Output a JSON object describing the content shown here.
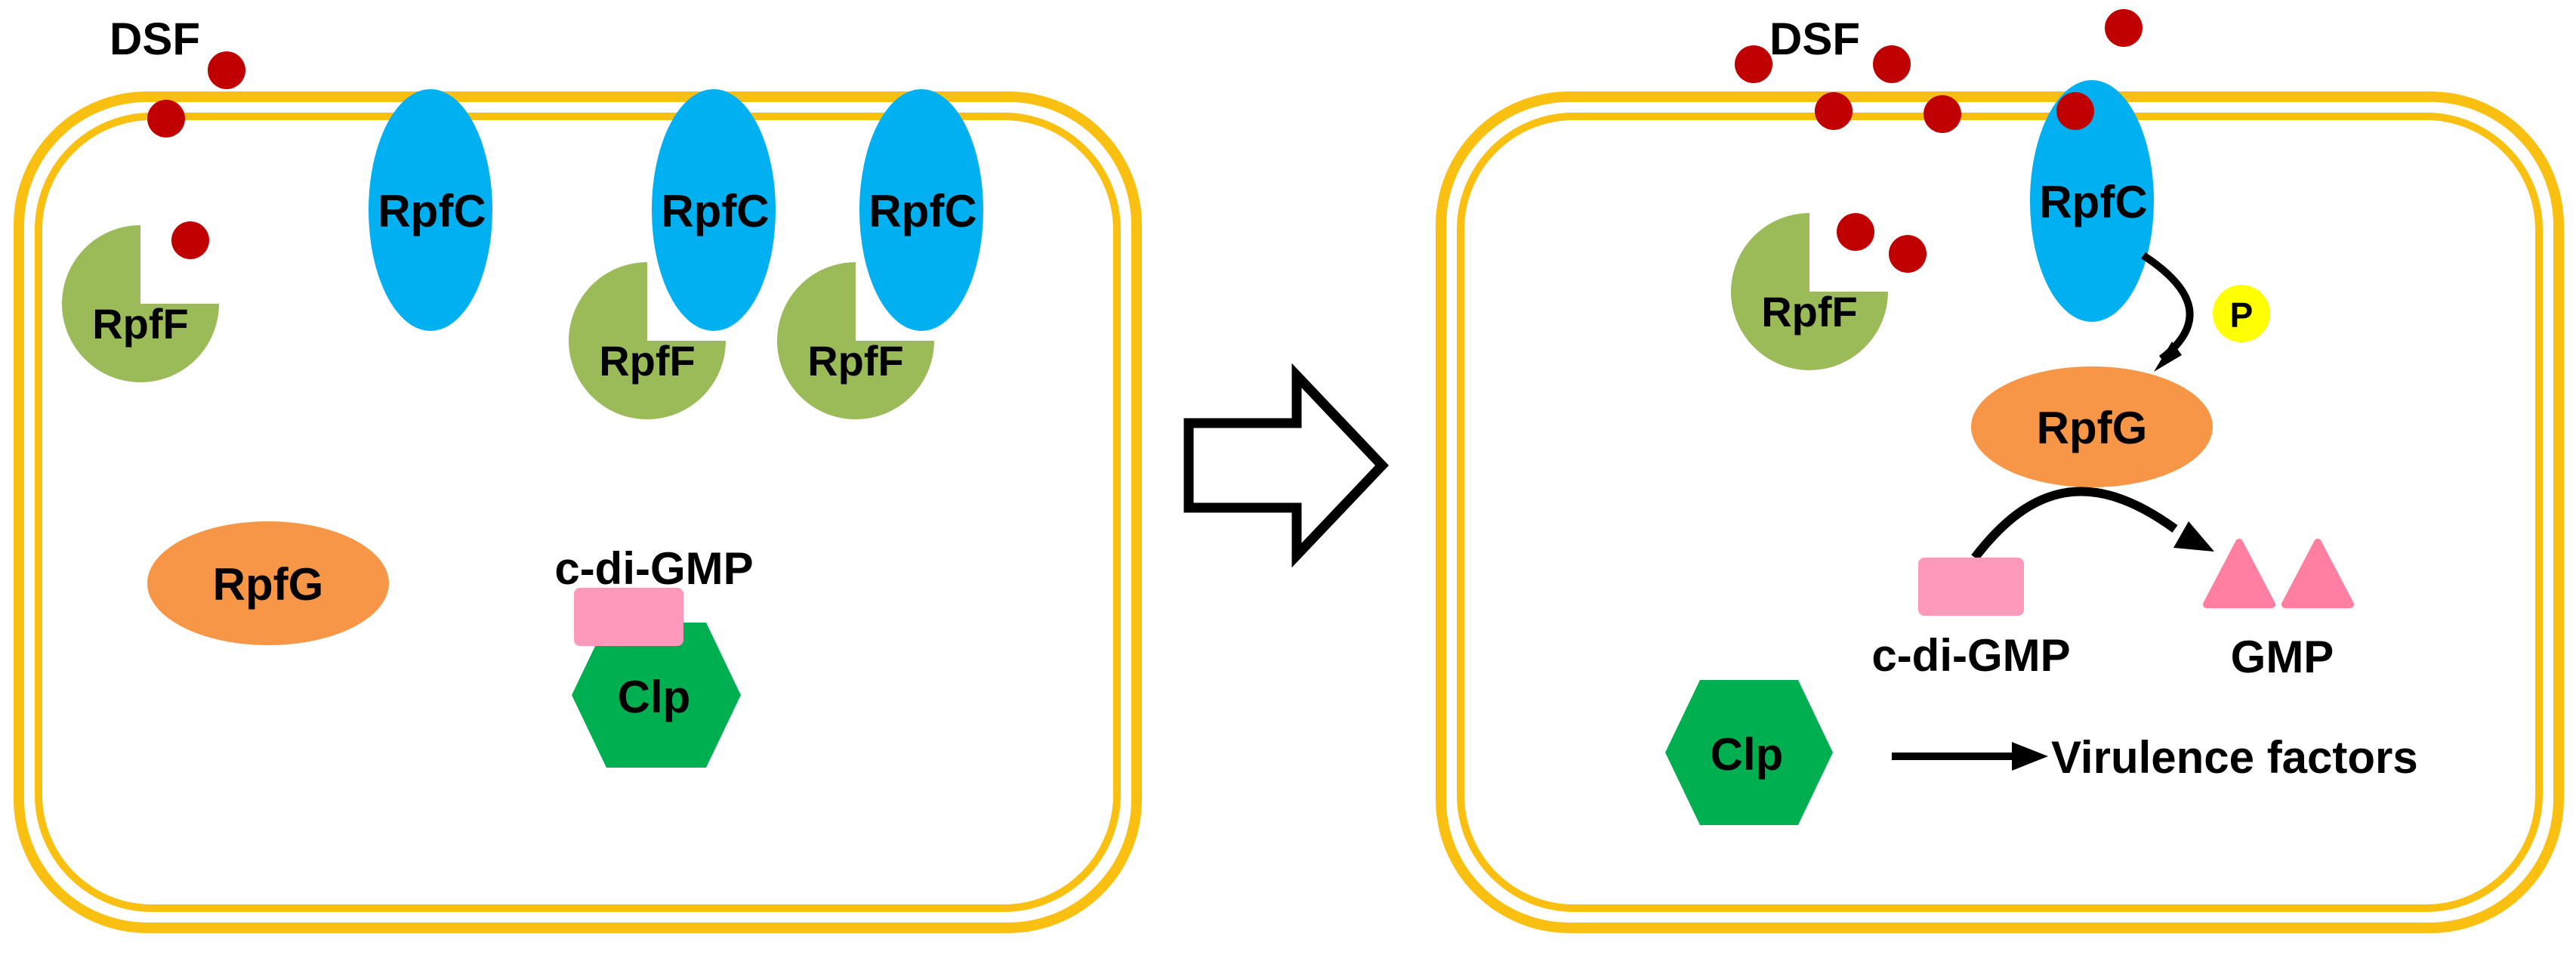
{
  "colors": {
    "membrane": "#F9C012",
    "dsf": "#C00000",
    "rpfc": "#00B0F0",
    "rpff": "#9BBB59",
    "rpfg": "#F79646",
    "cdigmp": "#FF99BB",
    "gmp": "#FF7FA1",
    "clp": "#00B050",
    "phosphate": "#FFFF00",
    "ink": "#000000"
  },
  "left_panel": {
    "dsf_label": "DSF",
    "rpfc_labels": [
      "RpfC",
      "RpfC",
      "RpfC"
    ],
    "rpff_labels": [
      "RpfF",
      "RpfF",
      "RpfF"
    ],
    "rpfg_label": "RpfG",
    "cdigmp_label": "c-di-GMP",
    "clp_label": "Clp"
  },
  "right_panel": {
    "dsf_label": "DSF",
    "rpfc_label": "RpfC",
    "rpff_label": "RpfF",
    "phosphate_label": "P",
    "rpfg_label": "RpfG",
    "cdigmp_label": "c-di-GMP",
    "gmp_label": "GMP",
    "clp_label": "Clp",
    "virulence_label": "Virulence factors"
  }
}
